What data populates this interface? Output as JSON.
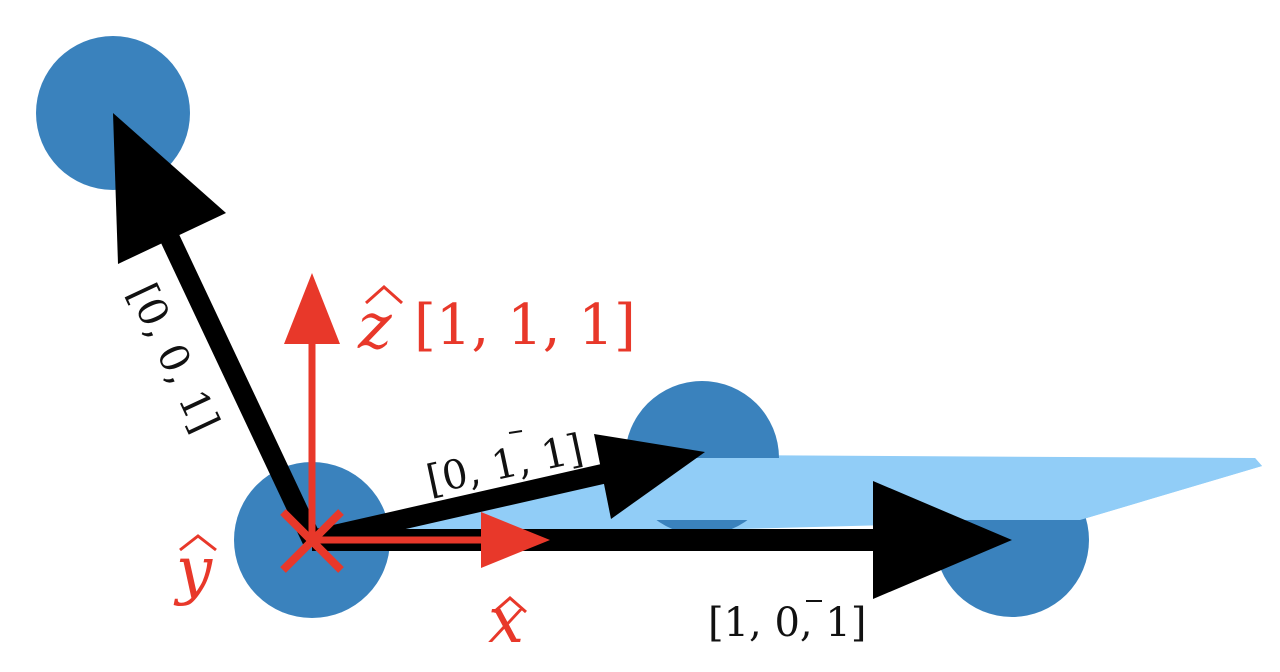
{
  "labels": {
    "vec_001": "[0, 0, 1]",
    "vec_z": "[1, 1, 1]",
    "vec_01m1": "[0, 1, 1]",
    "vec_10m1": "[1, 0, 1]",
    "axis_z": "z",
    "axis_x": "x",
    "axis_y": "y"
  },
  "colors": {
    "atom": "#3a82bd",
    "plane": "#91cdf7",
    "vector": "#000000",
    "axis": "#e8382a"
  }
}
